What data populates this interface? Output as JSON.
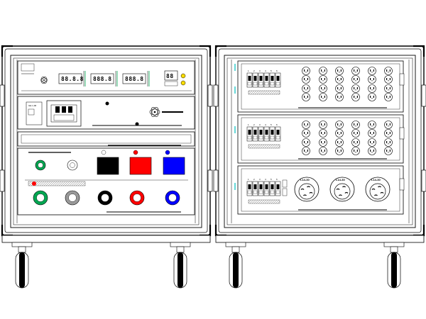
{
  "drawing": {
    "meter_readouts": [
      "88.8.8",
      "888.8",
      "888.8",
      "88"
    ],
    "main_breaker_label": "GE 1-96",
    "plate_text": "",
    "twist_lock_rating": "L14-30",
    "receptacle_labels": [
      "1",
      "2",
      "3",
      "4",
      "5",
      "6"
    ],
    "colors": {
      "line": "#000000",
      "red": "#ff0000",
      "blue": "#0000ff",
      "green": "#00a651",
      "cyan": "#00bfbf",
      "yellow": "#ffdd00",
      "gray": "#999999"
    },
    "cam_colors": [
      "green",
      "gray",
      "black",
      "red",
      "blue"
    ]
  }
}
